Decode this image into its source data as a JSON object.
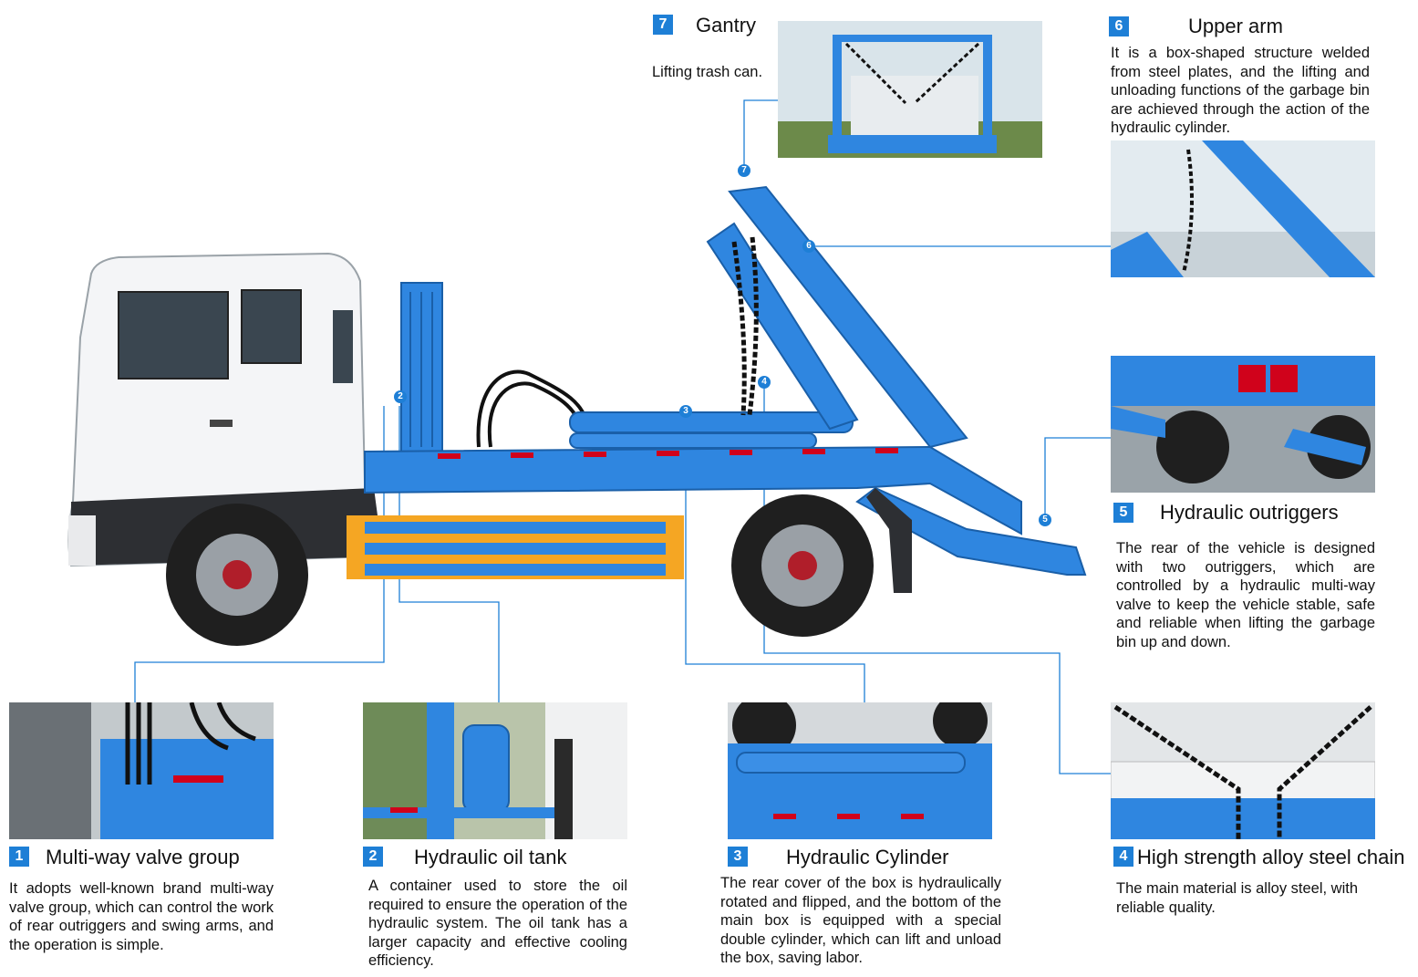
{
  "sections": [
    {
      "num": "1",
      "title": "Multi-way valve group",
      "desc": "It adopts well-known brand multi-way valve group, which can control the work of rear outriggers and swing arms, and the operation is simple."
    },
    {
      "num": "2",
      "title": "Hydraulic oil tank",
      "desc": "A container used to store the oil required to ensure the operation of the hydraulic system. The oil tank has a larger capacity and effective cooling efficiency."
    },
    {
      "num": "3",
      "title": "Hydraulic Cylinder",
      "desc": "The rear cover of the box is hydraulically rotated and flipped, and the bottom of the main box is equipped with a special double cylinder, which can lift and unload the box, saving labor."
    },
    {
      "num": "4",
      "title": "High strength alloy steel chain",
      "desc": "The main material is alloy steel, with reliable quality."
    },
    {
      "num": "5",
      "title": "Hydraulic outriggers",
      "desc": "The rear of the vehicle is designed with two outriggers, which are controlled by a hydraulic multi-way valve to keep the vehicle stable, safe and reliable when lifting the garbage bin up and down."
    },
    {
      "num": "6",
      "title": "Upper arm",
      "desc": "It is a box-shaped structure welded from steel plates, and the lifting and unloading functions of the garbage bin are achieved through the action of the hydraulic cylinder."
    },
    {
      "num": "7",
      "title": "Gantry",
      "desc": "Lifting trash can."
    }
  ],
  "colors": {
    "accent": "#1e7fd6",
    "truck_blue": "#2f86e0",
    "cab_white": "#f4f5f7",
    "frame_yellow": "#f5a623",
    "reflector_red": "#d0021b"
  },
  "icons": [
    "valve-photo",
    "oil-tank-photo",
    "cylinder-photo",
    "chain-photo",
    "outrigger-photo",
    "upper-arm-photo",
    "gantry-photo",
    "truck-illustration"
  ]
}
